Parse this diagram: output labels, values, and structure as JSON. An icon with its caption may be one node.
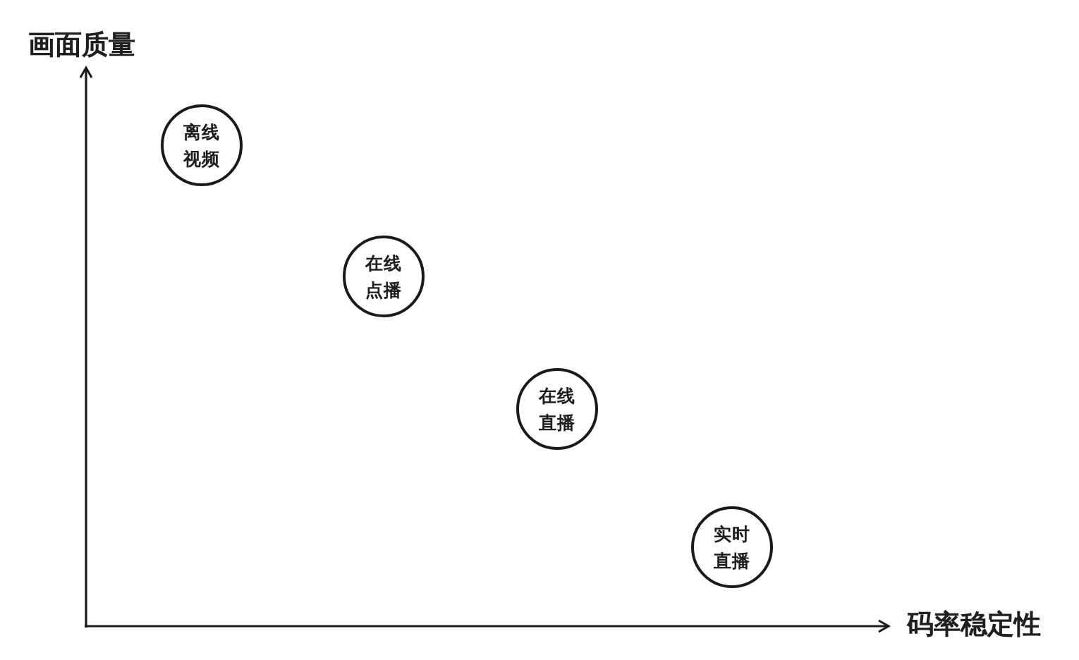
{
  "diagram": {
    "nodes": [
      {
        "text": [
          "离线视频"
        ]
      },
      {
        "text": [
          "在线点播"
        ]
      },
      {
        "text": [
          "在线直播"
        ]
      },
      {
        "text": [
          "实时直播"
        ]
      }
    ],
    "edges": [],
    "labels": [
      "画面质量",
      "码率稳定性"
    ]
  }
}
